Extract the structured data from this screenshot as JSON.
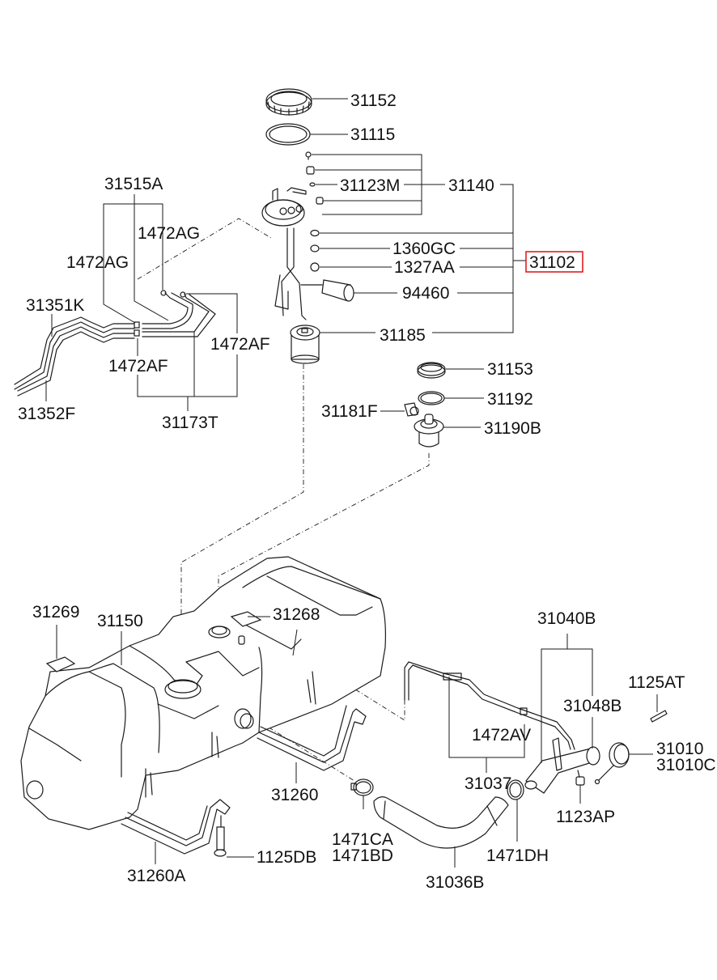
{
  "diagram": {
    "title": "Fuel tank & fuel pump assembly exploded parts diagram",
    "highlight_color": "#e02020",
    "highlighted_part": "31102",
    "labels": {
      "p31152": "31152",
      "p31115": "31115",
      "p31123M": "31123M",
      "p31140": "31140",
      "p1360GC": "1360GC",
      "p1327AA": "1327AA",
      "p31102": "31102",
      "p94460": "94460",
      "p31185": "31185",
      "p31153": "31153",
      "p31192": "31192",
      "p31181F": "31181F",
      "p31190B": "31190B",
      "p31515A": "31515A",
      "p1472AG_a": "1472AG",
      "p1472AG_b": "1472AG",
      "p31351K": "31351K",
      "p1472AF_a": "1472AF",
      "p1472AF_b": "1472AF",
      "p31352F": "31352F",
      "p31173T": "31173T",
      "p31269": "31269",
      "p31150": "31150",
      "p31268": "31268",
      "p31260": "31260",
      "p31260A": "31260A",
      "p1125DB": "1125DB",
      "p1471CA": "1471CA",
      "p1471BD": "1471BD",
      "p31036B": "31036B",
      "p1471DH": "1471DH",
      "p31037": "31037",
      "p1472AV": "1472AV",
      "p31040B": "31040B",
      "p31048B": "31048B",
      "p1125AT": "1125AT",
      "p31010": "31010",
      "p31010C": "31010C",
      "p1123AP": "1123AP"
    }
  }
}
